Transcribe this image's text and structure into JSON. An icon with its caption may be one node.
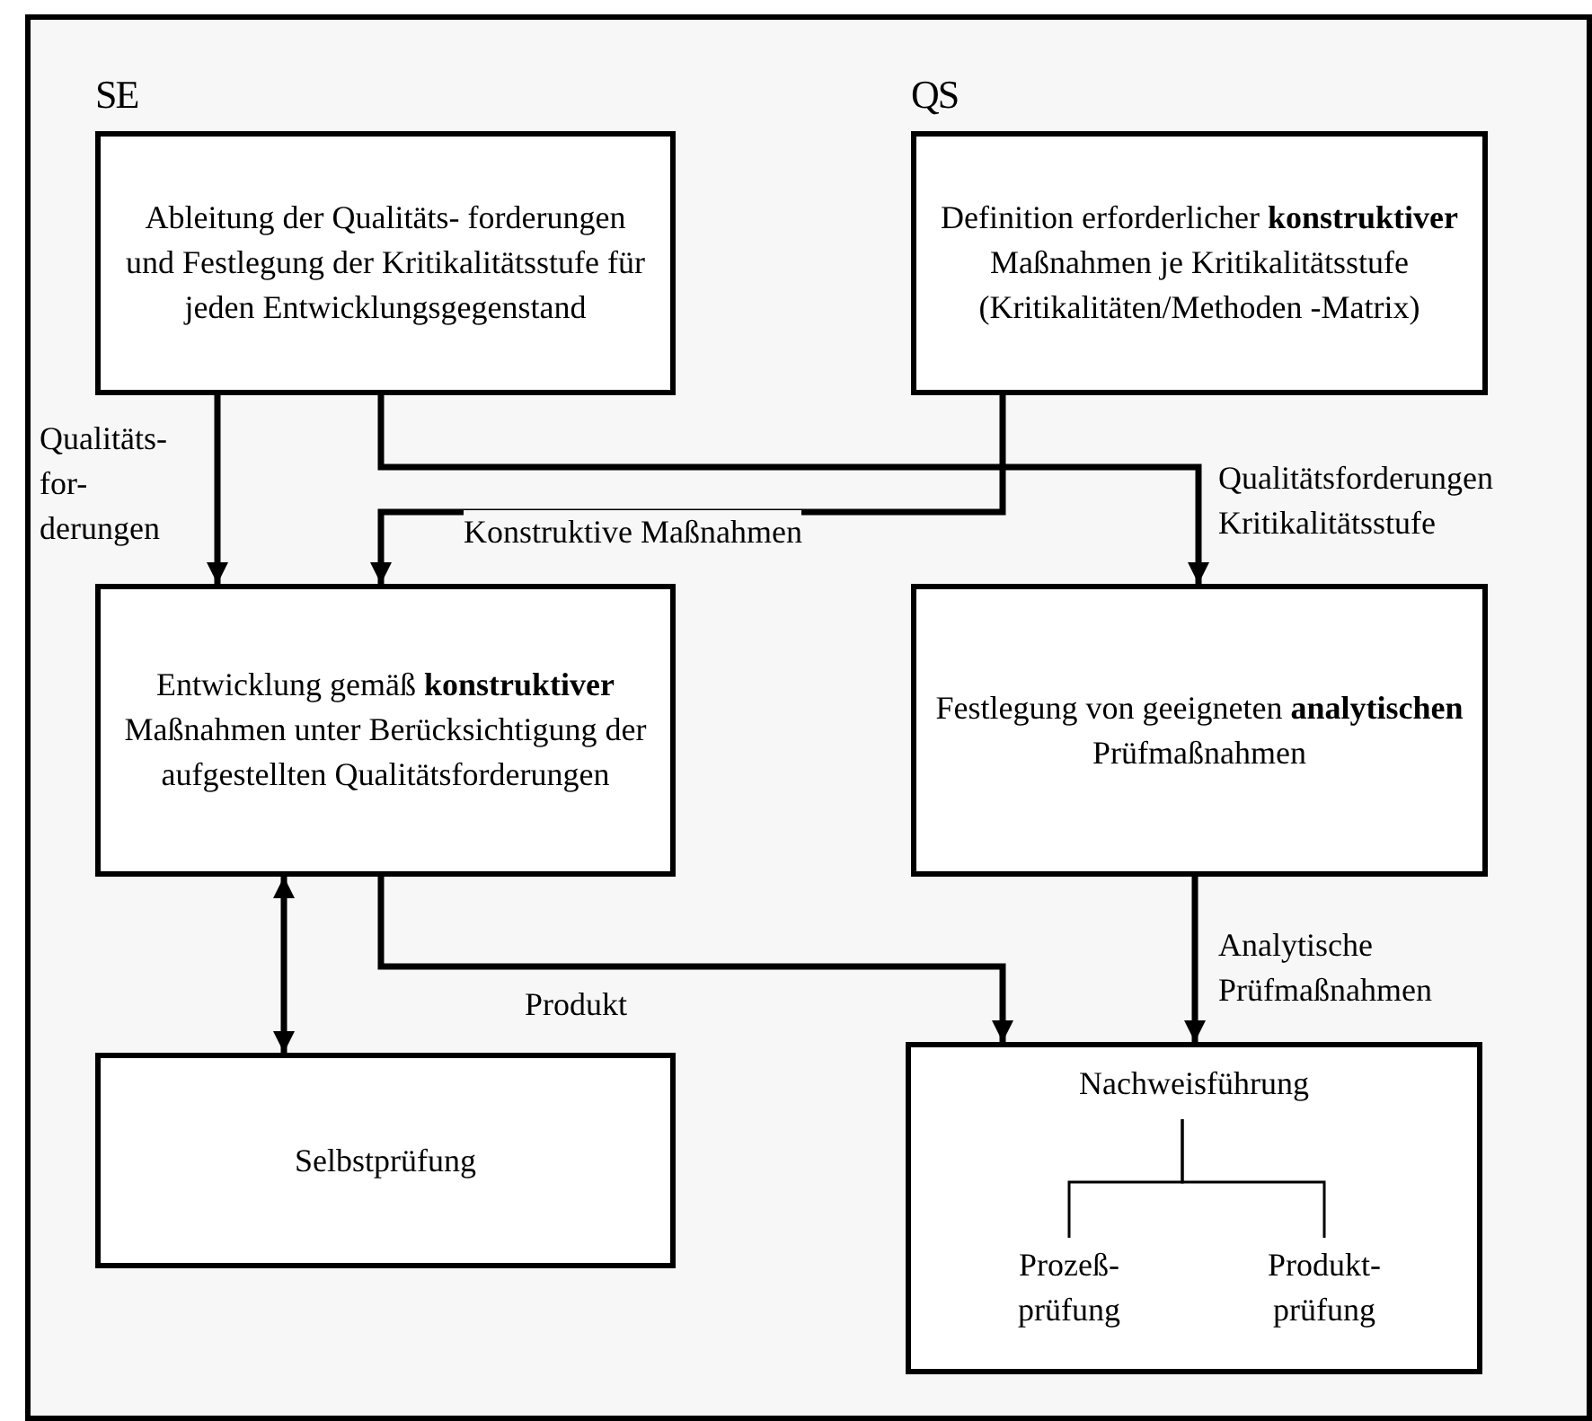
{
  "diagram": {
    "nodes": [
      {
        "text": [
          "Ableitung der Qualitäts- forderungen und Festlegung der Kritikalitätsstufe für jeden Entwicklungsgegenstand"
        ]
      },
      {
        "text": [
          "Definition erforderlicher **konstruktiver** Maßnahmen je Kritikalitätsstufe (Kritikalitäten/Methoden -Matrix)"
        ]
      },
      {
        "text": [
          "Entwicklung gemäß **konstruktiver** Maßnahmen unter Berücksichtigung der aufgestellten Qualitätsforderungen"
        ]
      },
      {
        "text": [
          "Festlegung von geeigneten **analytischen** Prüfmaßnahmen"
        ]
      },
      {
        "text": [
          "Selbstprüfung"
        ]
      },
      {
        "text": [
          "Nachweisführung"
        ]
      },
      {
        "text": [
          "Prozeß- prüfung"
        ],
        "in": 5
      },
      {
        "text": [
          "Produkt- prüfung"
        ],
        "in": 5
      }
    ],
    "edges": [
      {
        "from": 0,
        "to": 2,
        "arrow": "to",
        "label": "Qualitäts- for- derungen"
      },
      {
        "from": 0,
        "to": 3,
        "arrow": "to",
        "label": "Qualitätsforderungen Kritikalitätsstufe"
      },
      {
        "from": 1,
        "to": 2,
        "arrow": "to",
        "label": "Konstruktive Maßnahmen"
      },
      {
        "from": 2,
        "to": 4,
        "arrow": "both"
      },
      {
        "from": 2,
        "to": 5,
        "arrow": "to",
        "label": "Produkt"
      },
      {
        "from": 3,
        "to": 5,
        "arrow": "to",
        "label": "Analytische Prüfmaßnahmen"
      },
      {
        "from": 5,
        "to": 6,
        "arrow": "none"
      },
      {
        "from": 5,
        "to": 7,
        "arrow": "none"
      }
    ],
    "labels": [
      "SE",
      "QS"
    ]
  }
}
